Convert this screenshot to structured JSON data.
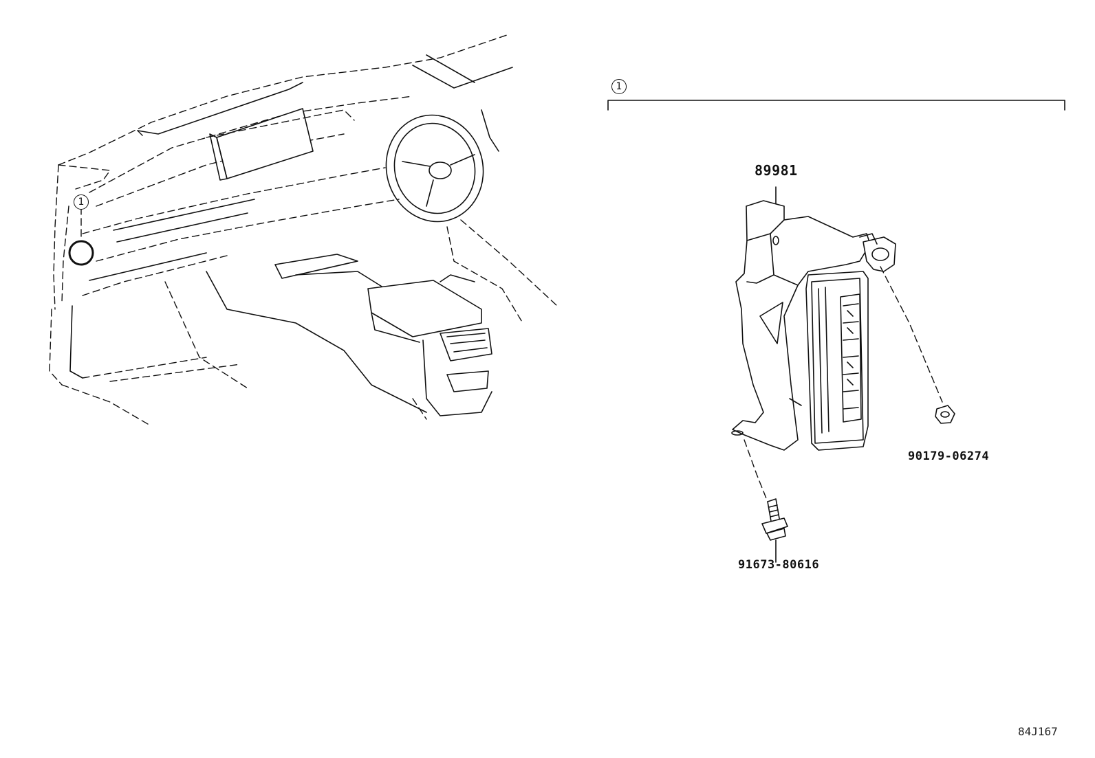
{
  "diagram": {
    "callout_number": "1",
    "parts": {
      "main_unit": "89981",
      "clip": "90179-06274",
      "bolt": "91673-80616"
    },
    "diagram_code": "84J167"
  }
}
